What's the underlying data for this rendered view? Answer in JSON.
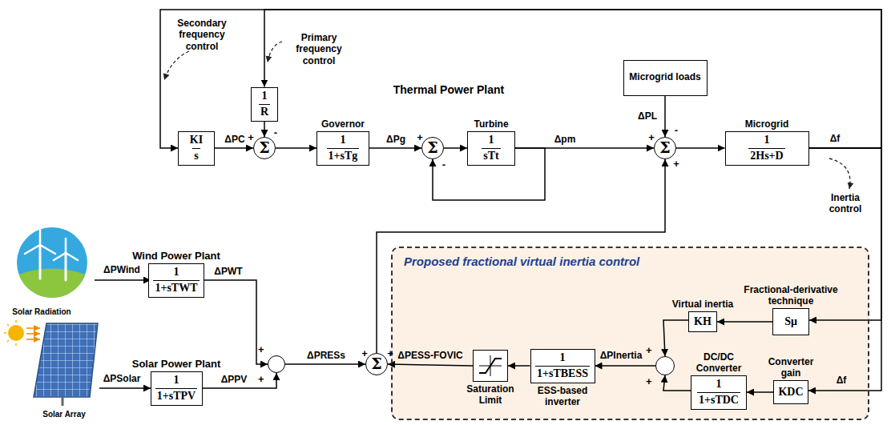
{
  "diagram": {
    "nodes": [
      {
        "text": [
          "KI",
          "s"
        ]
      },
      {
        "text": [
          "1",
          "R"
        ]
      },
      {
        "text": [
          "Σ"
        ]
      },
      {
        "text": [
          "Governor",
          "1",
          "1+sTg"
        ]
      },
      {
        "text": [
          "Σ"
        ]
      },
      {
        "text": [
          "Turbine",
          "1",
          "sTt"
        ]
      },
      {
        "text": [
          "Microgrid loads"
        ]
      },
      {
        "text": [
          "Σ"
        ]
      },
      {
        "text": [
          "Microgrid",
          "1",
          "2Hs+D"
        ]
      },
      {
        "text": [
          "Wind Power Plant",
          "1",
          "1+sTWT"
        ]
      },
      {
        "text": [
          "Solar Power Plant",
          "1",
          "1+sTPV"
        ]
      },
      {
        "text": [
          "+",
          "+"
        ]
      },
      {
        "text": [
          "Σ"
        ]
      },
      {
        "text": [
          "Proposed fractional virtual inertia control"
        ]
      },
      {
        "text": [
          "Saturation Limit"
        ],
        "in": 13
      },
      {
        "text": [
          "1",
          "1+sTBESS",
          "ESS-based inverter"
        ],
        "in": 13
      },
      {
        "text": [
          "+",
          "+"
        ],
        "in": 13
      },
      {
        "text": [
          "Virtual inertia",
          "KH"
        ],
        "in": 13
      },
      {
        "text": [
          "Fractional-derivative technique",
          "Sμ"
        ],
        "in": 13
      },
      {
        "text": [
          "DC/DC Converter",
          "1",
          "1+sTDC"
        ],
        "in": 13
      },
      {
        "text": [
          "Converter gain",
          "KDC"
        ],
        "in": 13
      }
    ],
    "edges": [
      {
        "from": 0,
        "to": 2,
        "arrow": "to",
        "label": "ΔPC"
      },
      {
        "from": 1,
        "to": 2,
        "arrow": "to"
      },
      {
        "from": 2,
        "to": 3,
        "arrow": "to"
      },
      {
        "from": 3,
        "to": 4,
        "arrow": "to",
        "label": "ΔPg"
      },
      {
        "from": 4,
        "to": 5,
        "arrow": "to"
      },
      {
        "from": 5,
        "to": 7,
        "arrow": "to",
        "label": "Δpm"
      },
      {
        "from": 5,
        "to": 4,
        "arrow": "to"
      },
      {
        "from": 6,
        "to": 7,
        "arrow": "to",
        "label": "ΔPL"
      },
      {
        "from": 7,
        "to": 8,
        "arrow": "to"
      },
      {
        "from": 8,
        "to": 0,
        "arrow": "to"
      },
      {
        "from": 8,
        "to": 1,
        "arrow": "to"
      },
      {
        "from": 8,
        "to": 18,
        "arrow": "to"
      },
      {
        "from": 8,
        "to": 20,
        "arrow": "to"
      },
      {
        "from": 9,
        "to": 11,
        "arrow": "to",
        "label": "ΔPWT"
      },
      {
        "from": 10,
        "to": 11,
        "arrow": "to",
        "label": "ΔPPV"
      },
      {
        "from": 11,
        "to": 12,
        "arrow": "to",
        "label": "ΔPRESs"
      },
      {
        "from": 14,
        "to": 12,
        "arrow": "to",
        "label": "ΔPESS-FOVIC"
      },
      {
        "from": 15,
        "to": 14,
        "arrow": "to"
      },
      {
        "from": 16,
        "to": 15,
        "arrow": "to",
        "label": "ΔPInertia"
      },
      {
        "from": 17,
        "to": 16,
        "arrow": "to"
      },
      {
        "from": 19,
        "to": 16,
        "arrow": "to"
      },
      {
        "from": 18,
        "to": 17,
        "arrow": "to"
      },
      {
        "from": 20,
        "to": 19,
        "arrow": "to"
      },
      {
        "from": 12,
        "to": 7,
        "arrow": "to"
      }
    ],
    "labels": [
      "Secondary frequency control",
      "Primary frequency control",
      "Thermal Power Plant",
      "Inertia control",
      "ΔPWind",
      "ΔPSolar",
      "Solar Radiation",
      "Solar Array",
      "Δf",
      "Δf",
      "+",
      "-",
      "+",
      "-",
      "+",
      "-",
      "+",
      "+",
      "+"
    ]
  }
}
